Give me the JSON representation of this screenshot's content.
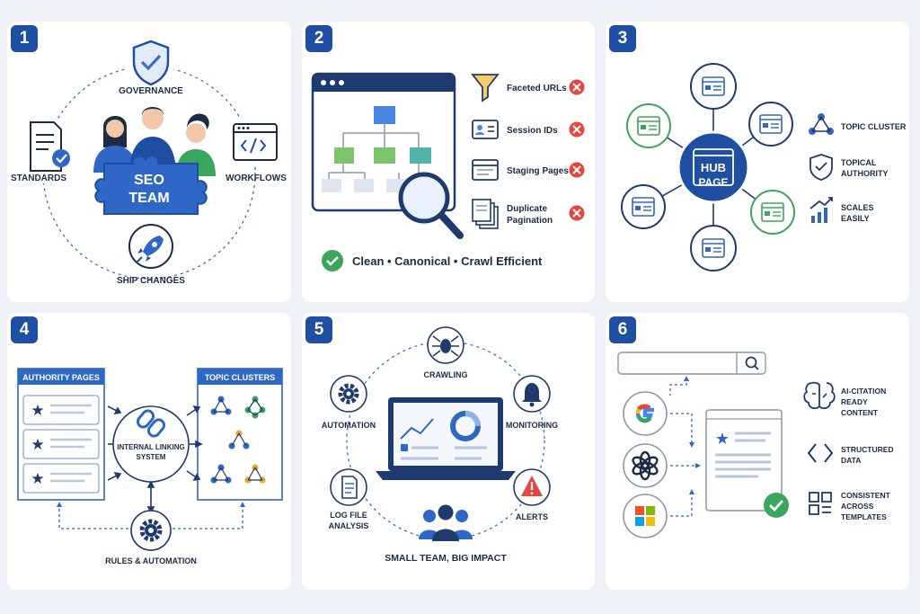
{
  "panels": {
    "p1": {
      "number": "1",
      "governance": "GOVERNANCE",
      "standards": "STANDARDS",
      "workflows": "WORKFLOWS",
      "ship": "SHIP CHANGES",
      "puzzle_line1": "SEO",
      "puzzle_line2": "TEAM"
    },
    "p2": {
      "number": "2",
      "items": [
        {
          "label": "Faceted URLs",
          "icon": "funnel-icon"
        },
        {
          "label": "Session IDs",
          "icon": "id-card-icon"
        },
        {
          "label": "Staging Pages",
          "icon": "window-icon"
        },
        {
          "label_line1": "Duplicate",
          "label_line2": "Pagination",
          "icon": "pages-icon"
        }
      ],
      "footer": "Clean • Canonical • Crawl Efficient"
    },
    "p3": {
      "number": "3",
      "hub_line1": "HUB",
      "hub_line2": "PAGE",
      "features": [
        {
          "line1": "TOPIC CLUSTER",
          "line2": "",
          "icon": "cluster-icon"
        },
        {
          "line1": "TOPICAL",
          "line2": "AUTHORITY",
          "icon": "shield-icon"
        },
        {
          "line1": "SCALES",
          "line2": "EASILY",
          "icon": "growth-chart-icon"
        }
      ]
    },
    "p4": {
      "number": "4",
      "authority": "AUTHORITY PAGES",
      "clusters": "TOPIC CLUSTERS",
      "center_line1": "INTERNAL LINKING",
      "center_line2": "SYSTEM",
      "rules": "RULES & AUTOMATION"
    },
    "p5": {
      "number": "5",
      "crawling": "CRAWLING",
      "automation": "AUTOMATION",
      "monitoring": "MONITORING",
      "log_line1": "LOG FILE",
      "log_line2": "ANALYSIS",
      "alerts": "ALERTS",
      "footer": "SMALL TEAM, BIG IMPACT"
    },
    "p6": {
      "number": "6",
      "features": [
        {
          "line1": "AI-CITATION",
          "line2": "READY",
          "line3": "CONTENT",
          "icon": "brain-icon"
        },
        {
          "line1": "STRUCTURED",
          "line2": "DATA",
          "line3": "",
          "icon": "code-icon"
        },
        {
          "line1": "CONSISTENT",
          "line2": "ACROSS",
          "line3": "TEMPLATES",
          "icon": "template-grid-icon"
        }
      ]
    }
  },
  "colors": {
    "brand_blue": "#1f4fa3",
    "mid_blue": "#3a6fd0",
    "light_blue": "#dbe6f8",
    "green": "#3aa55d",
    "red": "#e5473f",
    "teal": "#53b4a8",
    "text": "#1e2b44"
  }
}
